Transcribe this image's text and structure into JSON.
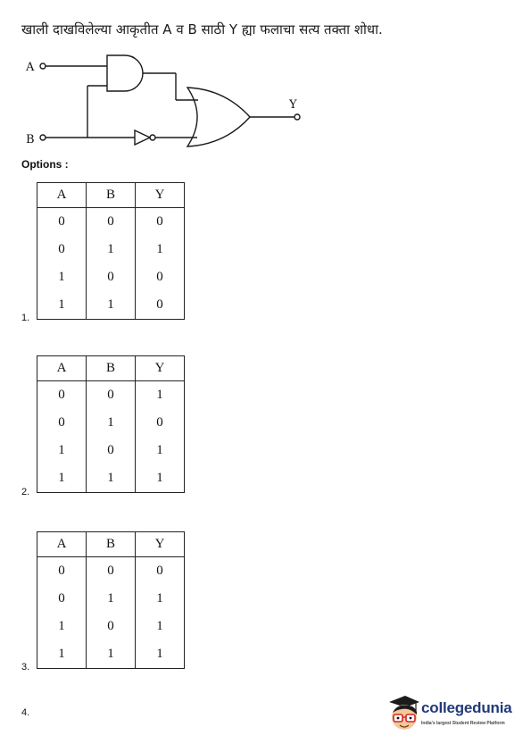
{
  "question": "खाली दाखविलेल्या आकृतीत A व B साठी Y ह्या फलाचा सत्य तक्ता शोधा.",
  "circuit": {
    "input_a": "A",
    "input_b": "B",
    "output": "Y"
  },
  "options_label": "Options :",
  "options": [
    {
      "number": "1.",
      "headers": [
        "A",
        "B",
        "Y"
      ],
      "rows": [
        [
          "0",
          "0",
          "0"
        ],
        [
          "0",
          "1",
          "1"
        ],
        [
          "1",
          "0",
          "0"
        ],
        [
          "1",
          "1",
          "0"
        ]
      ]
    },
    {
      "number": "2.",
      "headers": [
        "A",
        "B",
        "Y"
      ],
      "rows": [
        [
          "0",
          "0",
          "1"
        ],
        [
          "0",
          "1",
          "0"
        ],
        [
          "1",
          "0",
          "1"
        ],
        [
          "1",
          "1",
          "1"
        ]
      ]
    },
    {
      "number": "3.",
      "headers": [
        "A",
        "B",
        "Y"
      ],
      "rows": [
        [
          "0",
          "0",
          "0"
        ],
        [
          "0",
          "1",
          "1"
        ],
        [
          "1",
          "0",
          "1"
        ],
        [
          "1",
          "1",
          "1"
        ]
      ]
    },
    {
      "number": "4."
    }
  ],
  "logo": {
    "name": "collegedunia",
    "tagline": "India's largest Student Review Platform",
    "colors": {
      "text": "#223a7a",
      "cap": "#1b1b1b",
      "glasses_frame": "#d4252b"
    }
  }
}
